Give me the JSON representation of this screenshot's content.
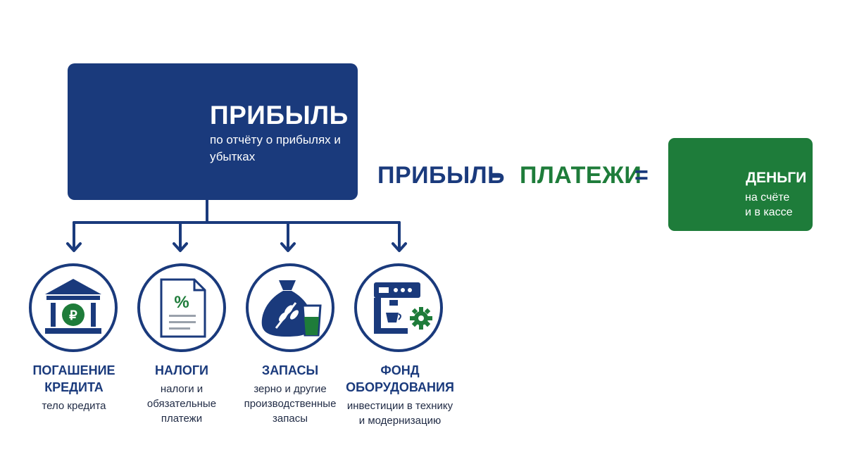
{
  "profit": {
    "title": "ПРИБЫЛЬ",
    "subtitle": "по отчёту о прибылях и убытках"
  },
  "formula": {
    "term1": "ПРИБЫЛЬ",
    "minus": "–",
    "term2": "ПЛАТЕЖИ",
    "equals": "="
  },
  "money": {
    "title": "ДЕНЬГИ",
    "line1": "на счёте",
    "line2": "и в кассе",
    "currency_symbol": "₽"
  },
  "categories": [
    {
      "title_line1": "ПОГАШЕНИЕ",
      "title_line2": "КРЕДИТА",
      "desc": [
        "тело кредита"
      ],
      "icon": "bank-icon",
      "icon_symbol": "₽"
    },
    {
      "title_line1": "НАЛОГИ",
      "title_line2": "",
      "desc": [
        "налоги и",
        "обязательные",
        "платежи"
      ],
      "icon": "tax-document-icon",
      "icon_symbol": "%"
    },
    {
      "title_line1": "ЗАПАСЫ",
      "title_line2": "",
      "desc": [
        "зерно и другие",
        "производственные",
        "запасы"
      ],
      "icon": "grain-sack-icon"
    },
    {
      "title_line1": "ФОНД",
      "title_line2": "ОБОРУДОВАНИЯ",
      "desc": [
        "инвестиции в технику",
        "и модернизацию"
      ],
      "icon": "equipment-icon"
    }
  ],
  "colors": {
    "navy": "#1a3a7c",
    "green": "#1e7c3a",
    "white": "#ffffff",
    "grey": "#9aa1ab"
  }
}
